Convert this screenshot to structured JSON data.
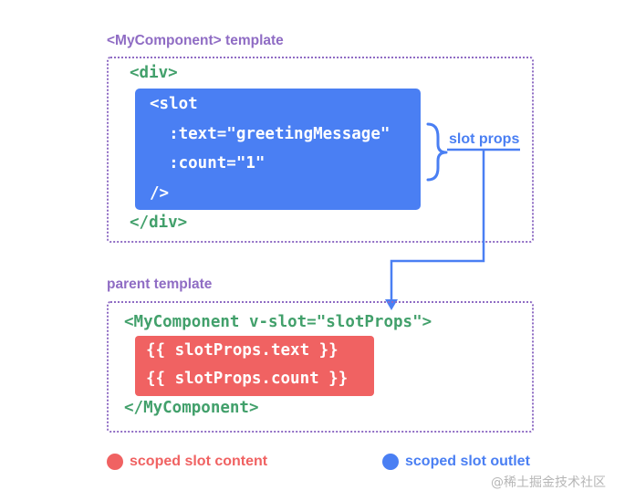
{
  "component_section": {
    "title": "<MyComponent> template",
    "lines": [
      "<div>",
      "</div>"
    ],
    "slot_lines": [
      "<slot",
      "  :text=\"greetingMessage\"",
      "  :count=\"1\"",
      "/>"
    ]
  },
  "slot_props_label": "slot props",
  "parent_section": {
    "title": "parent template",
    "lines": [
      "<MyComponent v-slot=\"slotProps\">",
      "</MyComponent>"
    ],
    "content_lines": [
      "{{ slotProps.text }}",
      "{{ slotProps.count }}"
    ]
  },
  "legend": [
    {
      "label": "scoped slot content",
      "color": "#f06262"
    },
    {
      "label": "scoped slot outlet",
      "color": "#4a7ff3"
    }
  ],
  "watermark": "@稀土掘金技术社区",
  "colors": {
    "purple": "#8f6cc4",
    "green": "#42a06b",
    "blue": "#4a7ff3",
    "red": "#f06262"
  }
}
